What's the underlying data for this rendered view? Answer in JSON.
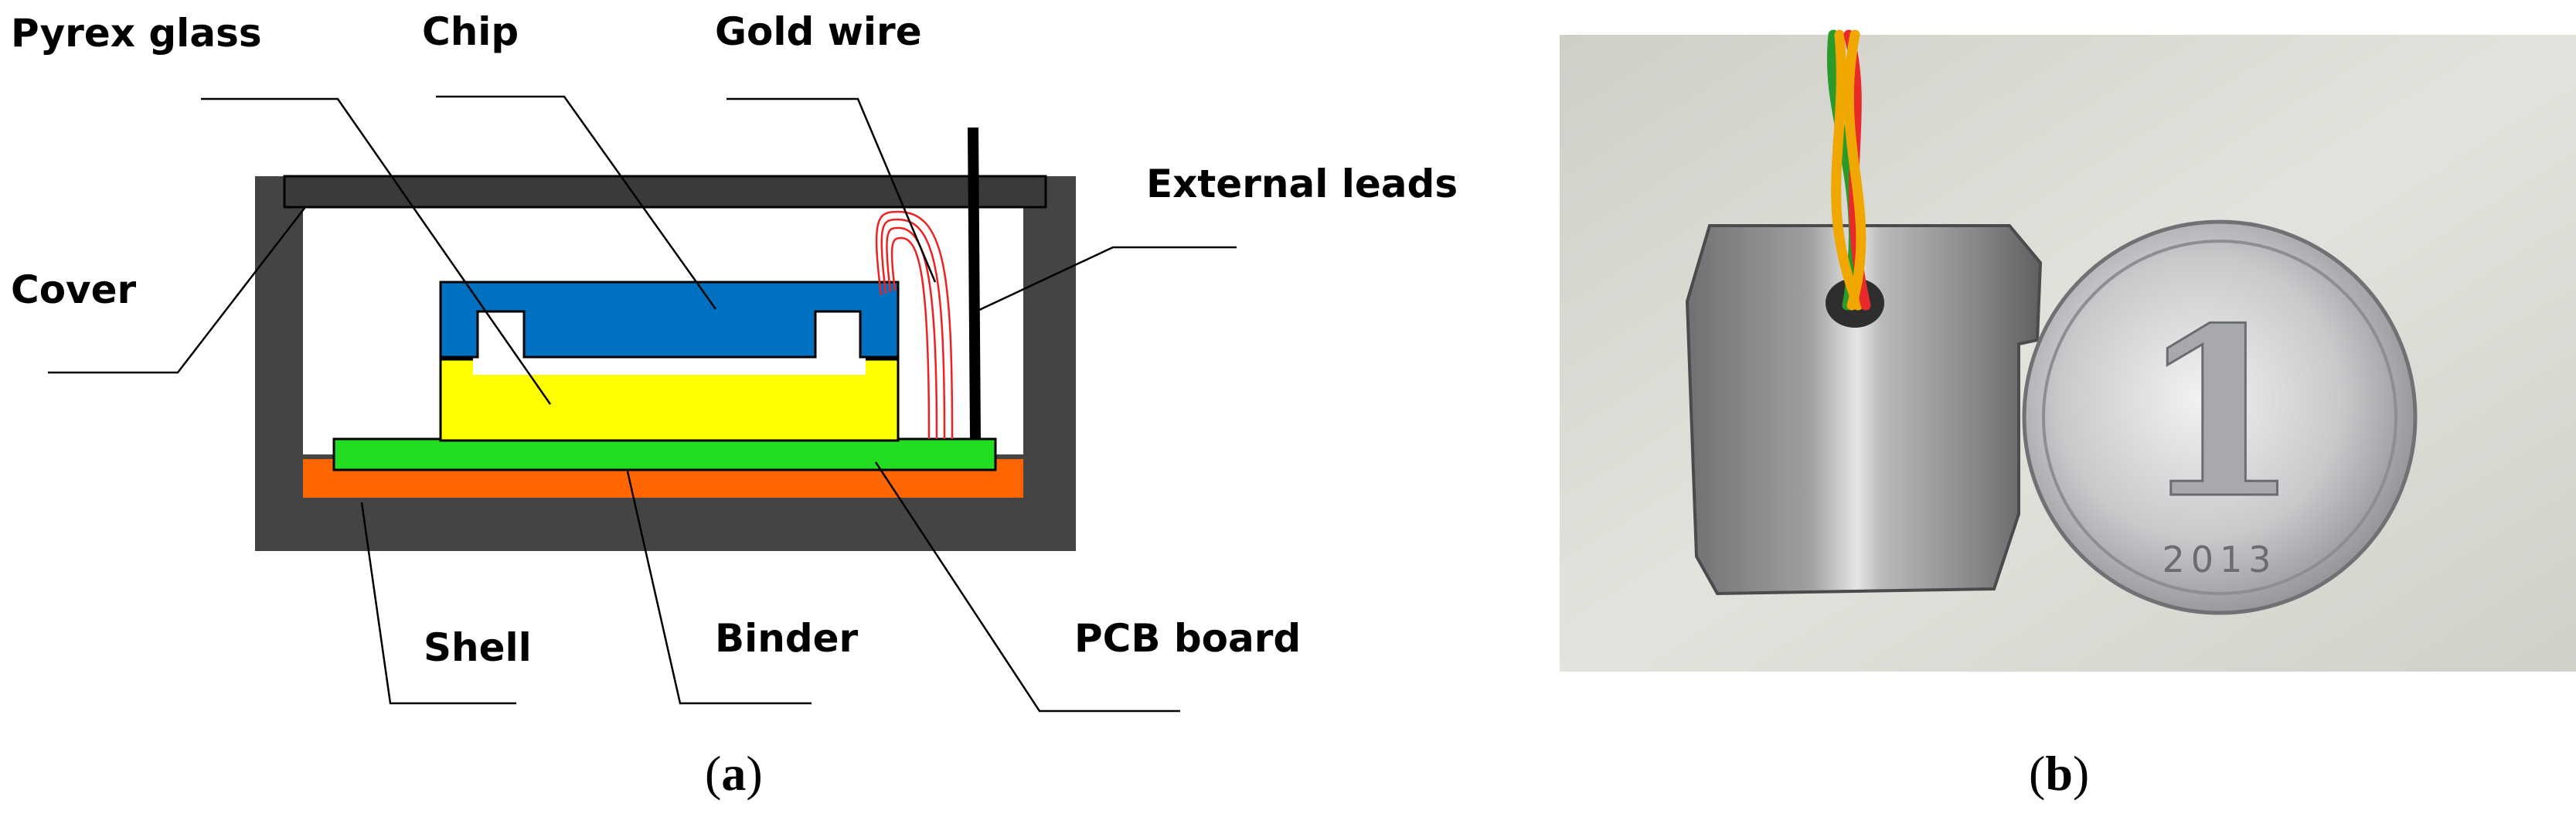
{
  "panel_a": {
    "labels": {
      "pyrex_glass": "Pyrex glass",
      "chip": "Chip",
      "gold_wire": "Gold wire",
      "external_leads": "External leads",
      "cover": "Cover",
      "shell": "Shell",
      "binder": "Binder",
      "pcb_board": "PCB board"
    },
    "caption_letter": "a"
  },
  "panel_b": {
    "coin": {
      "digit": "1",
      "year": "2013"
    },
    "caption_letter": "b"
  },
  "colors": {
    "shell": "#444444",
    "chip": "#0070C0",
    "pyrex": "#FFFF00",
    "pcb": "#22DD22",
    "binder": "#FF6600",
    "gold_wire": "#EE2222",
    "photo_bg": "#D6D6CF"
  }
}
